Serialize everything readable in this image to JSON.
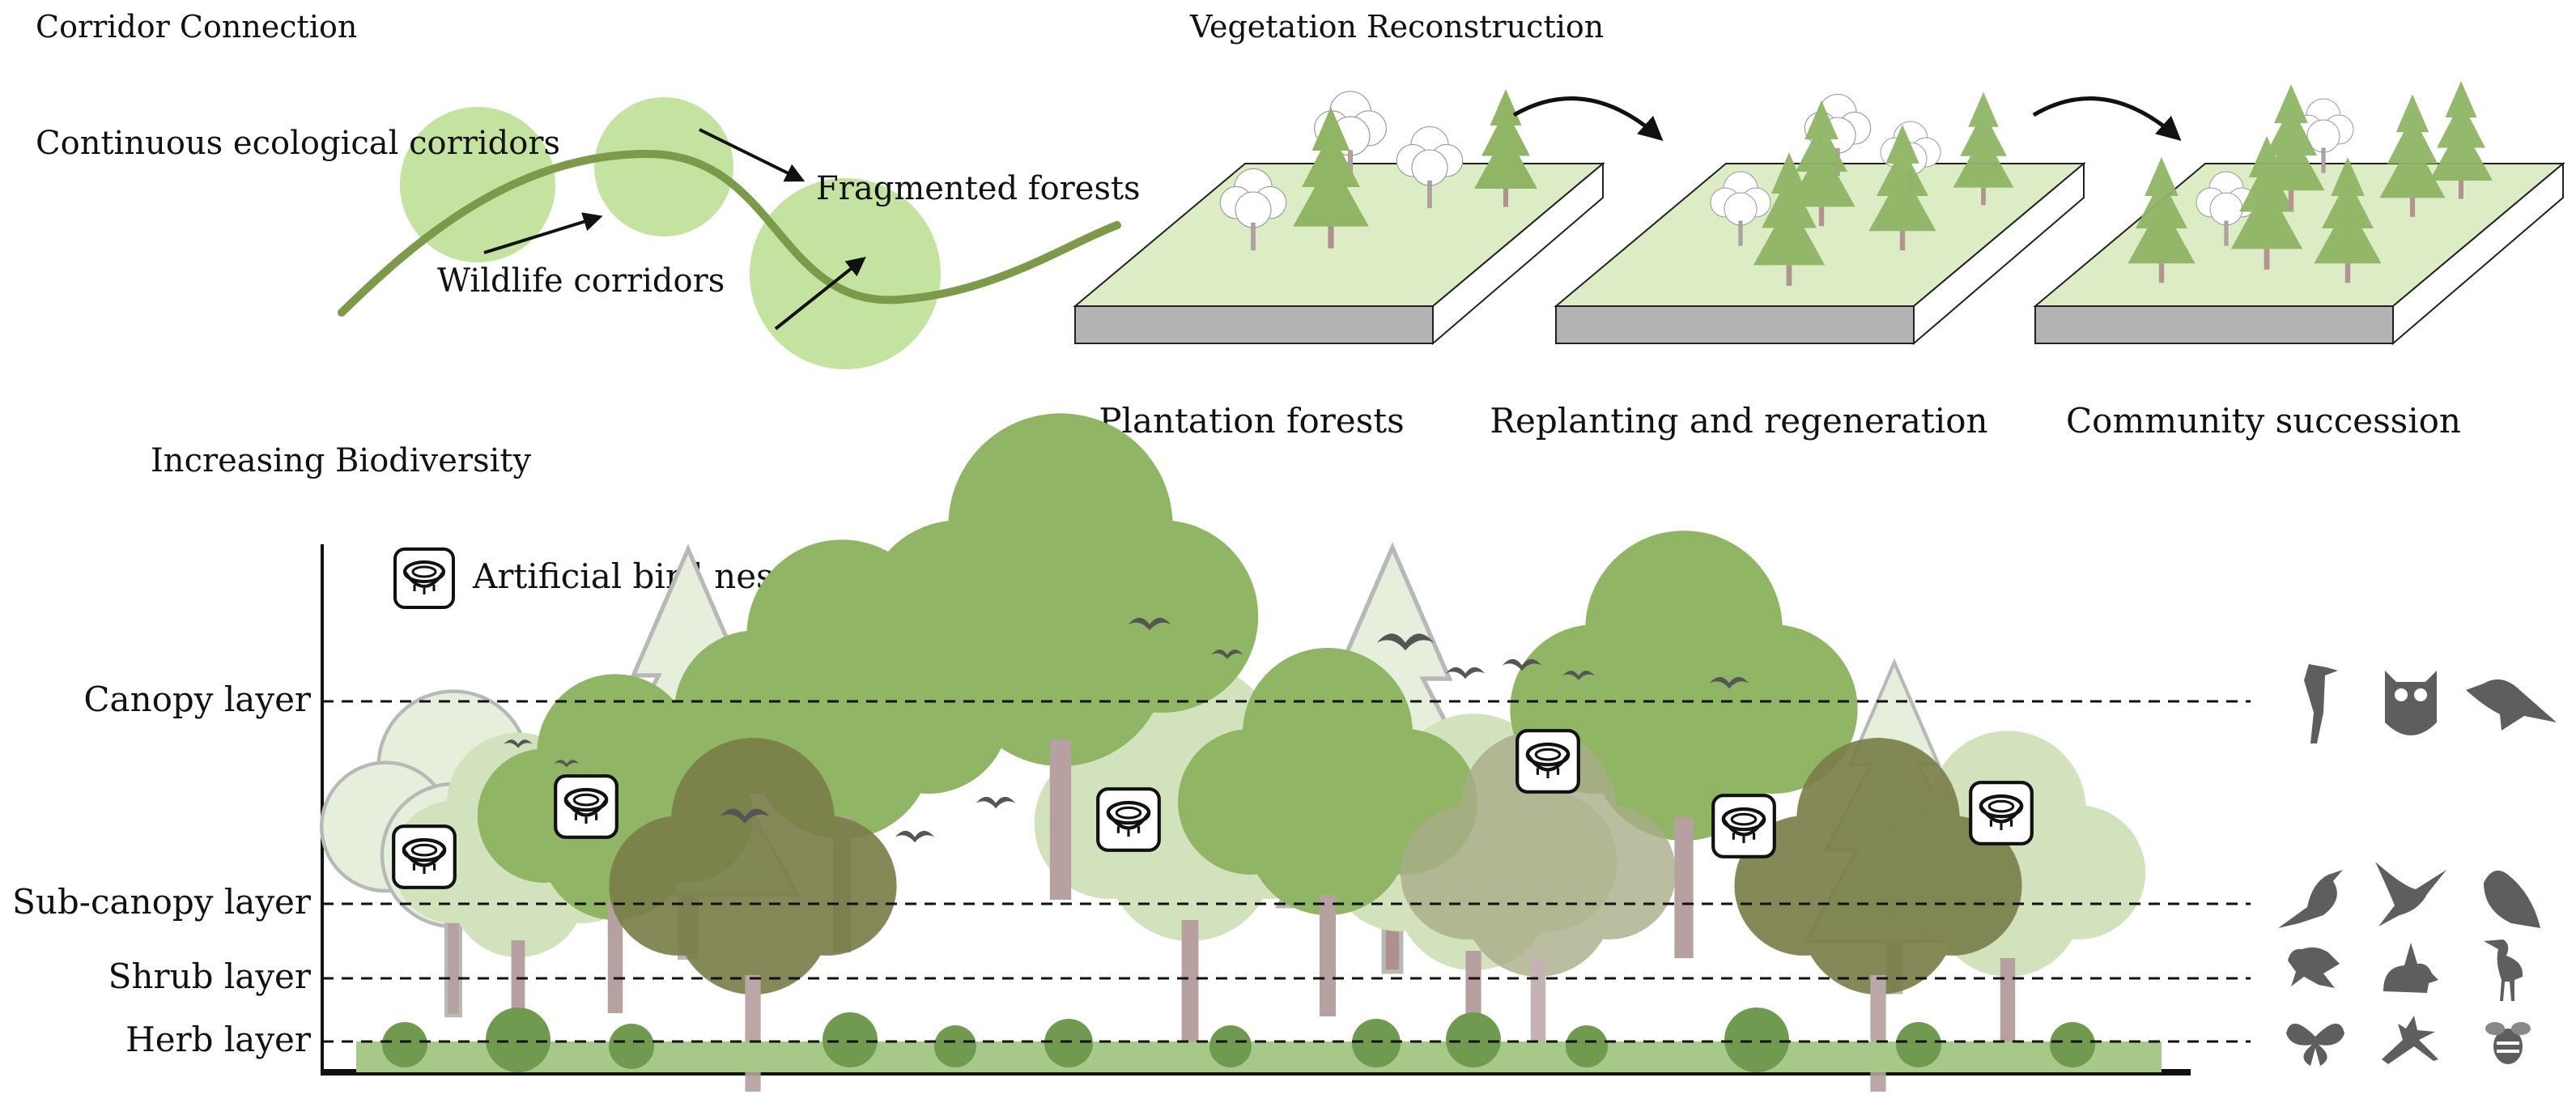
{
  "sections": {
    "corridor": {
      "title": "Corridor Connection",
      "continuous_label": "Continuous ecological corridors",
      "fragmented_label": "Fragmented forests",
      "wildlife_label": "Wildlife corridors"
    },
    "vegetation": {
      "title": "Vegetation Reconstruction",
      "stages": [
        "Plantation forests",
        "Replanting and regeneration",
        "Community succession"
      ]
    },
    "biodiversity": {
      "title": "Increasing Biodiversity",
      "legend_label": "Artificial bird nests",
      "layers": [
        "Canopy layer",
        "Sub-canopy layer",
        "Shrub layer",
        "Herb layer"
      ]
    }
  },
  "icons": {
    "canopy": [
      "woodpecker-icon",
      "owl-icon",
      "crow-icon"
    ],
    "subcanopy": [
      "songbird-icon",
      "swallow-icon",
      "sparrow-icon"
    ],
    "shrub": [
      "frog-icon",
      "rabbit-icon",
      "heron-icon"
    ],
    "herb": [
      "butterfly-icon",
      "mantis-icon",
      "bee-icon"
    ]
  },
  "colors": {
    "light_green": "#c5e3a0",
    "corridor_line": "#7d9a4a",
    "tree_green": "#8fb565",
    "tree_dark": "#7a7f48",
    "tree_pale": "#c9dbb0",
    "ground": "#dcecc4",
    "icon_gray": "#5e5e5e"
  }
}
